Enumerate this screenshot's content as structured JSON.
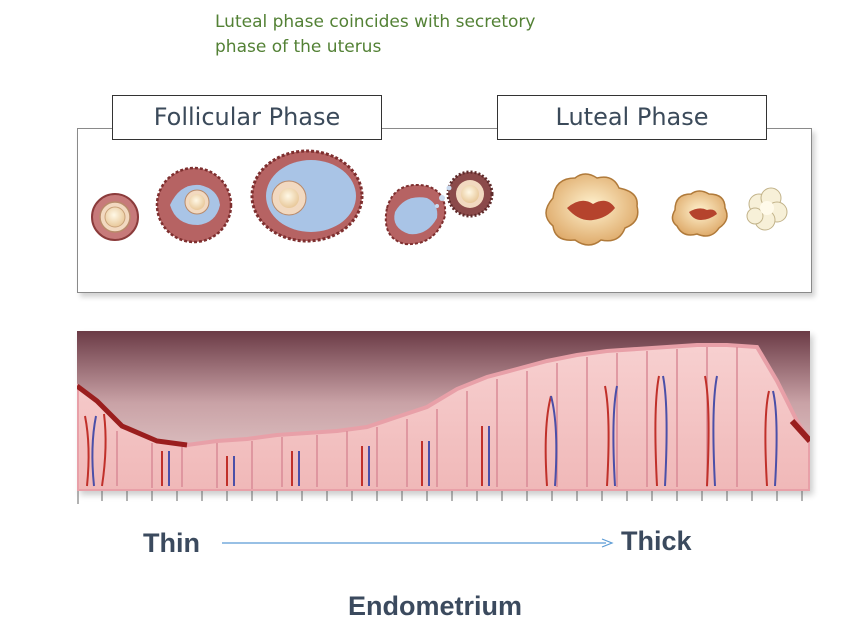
{
  "annotation": "Luteal phase coincides with secretory phase of the uterus",
  "labels": {
    "follicular": "Follicular Phase",
    "luteal": "Luteal Phase"
  },
  "axis": {
    "start": "Thin",
    "end": "Thick",
    "title": "Endometrium"
  },
  "colors": {
    "annotation_text": "#538135",
    "label_text": "#3b4a5a",
    "axis_text": "#3b4a5e",
    "arrow": "#5b9bd5"
  },
  "icons": [
    "follicle-stage-icons",
    "corpus-luteum-icons",
    "endometrium-illustration"
  ]
}
